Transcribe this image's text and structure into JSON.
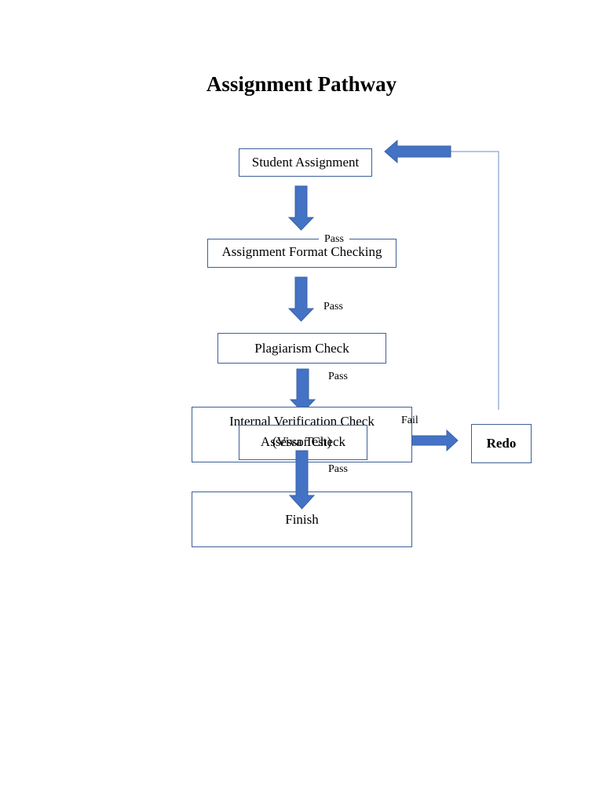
{
  "title": "Assignment Pathway",
  "colors": {
    "accent": "#4472c4",
    "box_border": "#3d5f97"
  },
  "nodes": {
    "student_assignment": "Student Assignment",
    "format_check_line1": "Assignment Format Checking",
    "plagiarism_check": "Plagiarism Check",
    "internal_verification": "Internal Verification Check",
    "viva_test": "(Viva Test)",
    "assessor_check": "Assessor Check",
    "finish": "Finish",
    "redo": "Redo"
  },
  "edge_labels": {
    "pass_1": "Pass",
    "pass_2": "Pass",
    "pass_3": "Pass",
    "pass_4": "Pass",
    "fail": "Fail"
  }
}
